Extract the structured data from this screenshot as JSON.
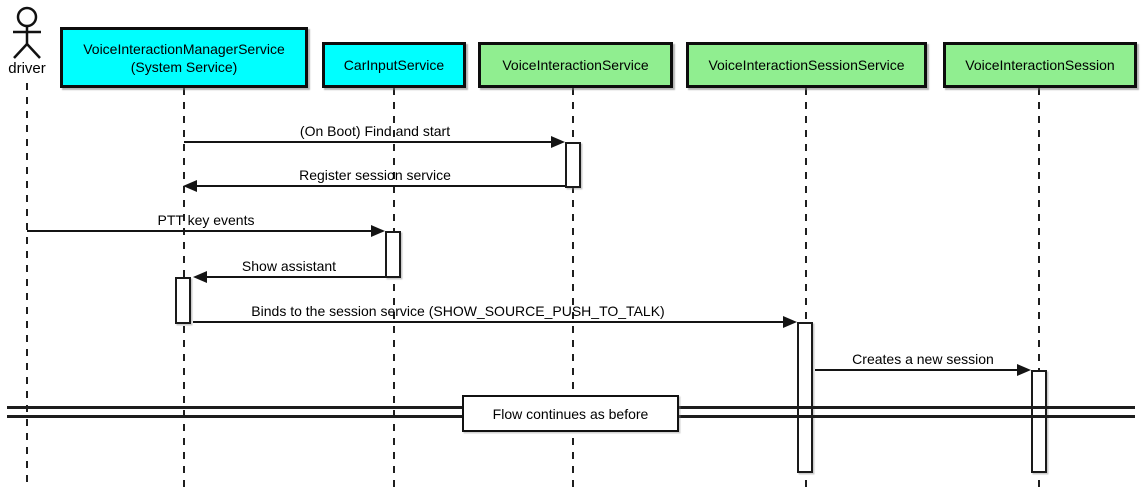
{
  "colors": {
    "cyan": "#00FFFF",
    "green": "#90EE90",
    "line": "#141414"
  },
  "actor": {
    "label": "driver"
  },
  "participants": [
    {
      "label": "VoiceInteractionManagerService\n(System Service)",
      "fill": "cyan"
    },
    {
      "label": "CarInputService",
      "fill": "cyan"
    },
    {
      "label": "VoiceInteractionService",
      "fill": "green"
    },
    {
      "label": "VoiceInteractionSessionService",
      "fill": "green"
    },
    {
      "label": "VoiceInteractionSession",
      "fill": "green"
    }
  ],
  "messages": [
    {
      "label": "(On Boot) Find and start",
      "from": "VoiceInteractionManagerService",
      "to": "VoiceInteractionService",
      "direction": "right"
    },
    {
      "label": "Register session service",
      "from": "VoiceInteractionService",
      "to": "VoiceInteractionManagerService",
      "direction": "left"
    },
    {
      "label": "PTT key events",
      "from": "driver",
      "to": "CarInputService",
      "direction": "right"
    },
    {
      "label": "Show assistant",
      "from": "CarInputService",
      "to": "VoiceInteractionManagerService",
      "direction": "left"
    },
    {
      "label": "Binds to the session service (SHOW_SOURCE_PUSH_TO_TALK)",
      "from": "VoiceInteractionManagerService",
      "to": "VoiceInteractionSessionService",
      "direction": "right"
    },
    {
      "label": "Creates a new session",
      "from": "VoiceInteractionSessionService",
      "to": "VoiceInteractionSession",
      "direction": "right"
    }
  ],
  "divider": {
    "label": "Flow continues as before"
  }
}
